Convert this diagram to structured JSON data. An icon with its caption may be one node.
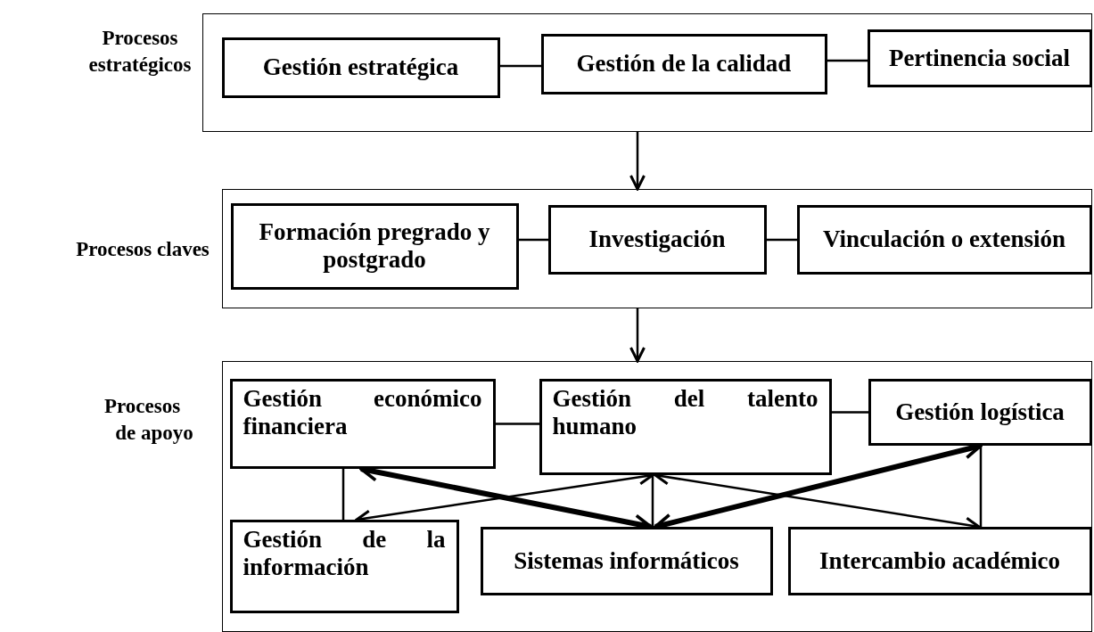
{
  "diagram": {
    "nodes": [
      {
        "text": [
          "Procesos estratégicos"
        ]
      },
      {
        "text": [
          "Gestión estratégica"
        ],
        "in": 0
      },
      {
        "text": [
          "Gestión de la calidad"
        ],
        "in": 0
      },
      {
        "text": [
          "Pertinencia social"
        ],
        "in": 0
      },
      {
        "text": [
          "Procesos claves"
        ]
      },
      {
        "text": [
          "Formación pregrado y postgrado"
        ],
        "in": 4
      },
      {
        "text": [
          "Investigación"
        ],
        "in": 4
      },
      {
        "text": [
          "Vinculación o extensión"
        ],
        "in": 4
      },
      {
        "text": [
          "Procesos de apoyo"
        ]
      },
      {
        "text": [
          "Gestión económico financiera"
        ],
        "in": 8
      },
      {
        "text": [
          "Gestión del talento humano"
        ],
        "in": 8
      },
      {
        "text": [
          "Gestión logística"
        ],
        "in": 8
      },
      {
        "text": [
          "Gestión de la información"
        ],
        "in": 8
      },
      {
        "text": [
          "Sistemas informáticos"
        ],
        "in": 8
      },
      {
        "text": [
          "Intercambio académico"
        ],
        "in": 8
      }
    ],
    "edges": [
      {
        "from": 1,
        "to": 2,
        "arrow": "none"
      },
      {
        "from": 2,
        "to": 3,
        "arrow": "none"
      },
      {
        "from": 0,
        "to": 4,
        "arrow": "to"
      },
      {
        "from": 5,
        "to": 6,
        "arrow": "none"
      },
      {
        "from": 6,
        "to": 7,
        "arrow": "none"
      },
      {
        "from": 4,
        "to": 8,
        "arrow": "to"
      },
      {
        "from": 9,
        "to": 10,
        "arrow": "none"
      },
      {
        "from": 10,
        "to": 11,
        "arrow": "none"
      },
      {
        "from": 9,
        "to": 12,
        "arrow": "none"
      },
      {
        "from": 10,
        "to": 12,
        "arrow": "both"
      },
      {
        "from": 9,
        "to": 13,
        "arrow": "both",
        "style": "thick"
      },
      {
        "from": 10,
        "to": 13,
        "arrow": "none"
      },
      {
        "from": 13,
        "to": 11,
        "arrow": "both",
        "style": "thick"
      },
      {
        "from": 10,
        "to": 14,
        "arrow": "both"
      },
      {
        "from": 11,
        "to": 14,
        "arrow": "none"
      }
    ]
  }
}
